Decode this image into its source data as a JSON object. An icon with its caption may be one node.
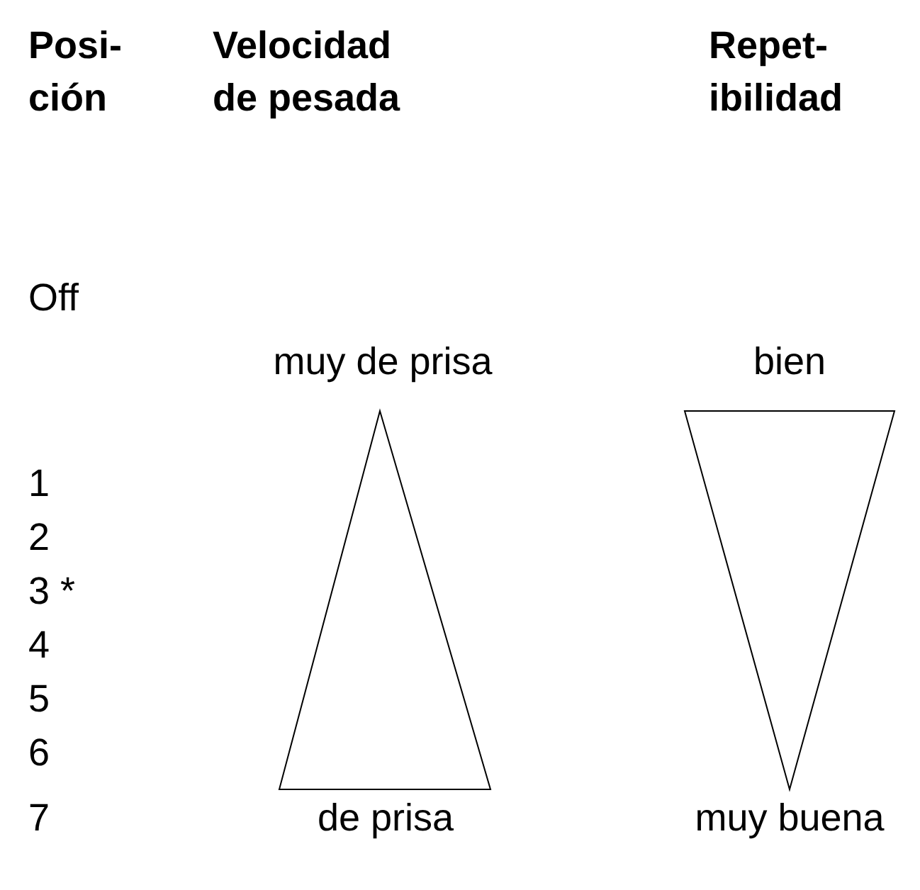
{
  "diagram": {
    "labels": [
      "Posi- ción",
      "Velocidad de pesada",
      "Repet- ibilidad",
      "Off",
      "muy de prisa",
      "bien",
      "1",
      "2",
      "3 *",
      "4",
      "5",
      "6",
      "7",
      "de prisa",
      "muy buena"
    ]
  }
}
